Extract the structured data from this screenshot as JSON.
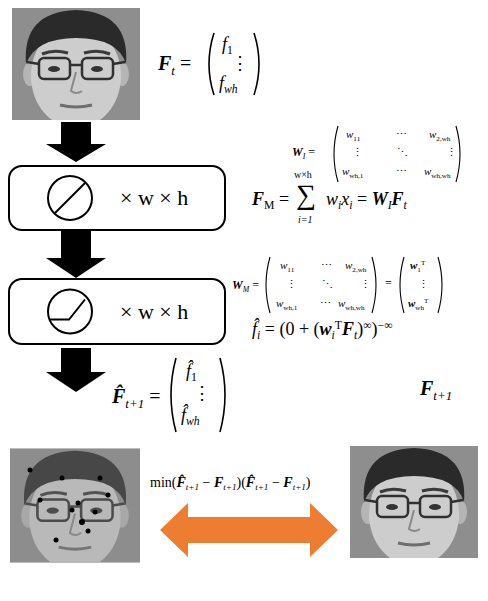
{
  "diagram": {
    "nodes": [
      {
        "text": [
          "× w × h"
        ]
      },
      {
        "text": [
          "× w × h"
        ]
      }
    ],
    "edges": [
      {
        "from": 0,
        "to": 1,
        "arrow": "to"
      }
    ],
    "labels": [
      "F",
      "t",
      "=",
      "f",
      "1",
      "⋮",
      "f",
      "wh",
      "W",
      "I",
      "=",
      "w",
      "11",
      "⋯",
      "w",
      "2,wh",
      "⋮",
      "⋱",
      "⋮",
      "w",
      "wh,1",
      "⋯",
      "w",
      "wh,wh",
      "F",
      "M",
      "=",
      "∑",
      "w×h",
      "i=1",
      "w",
      "i",
      "x",
      "i",
      "=",
      "W",
      "I",
      "F",
      "t",
      "W",
      "M",
      "=",
      "w",
      "11",
      "⋯",
      "w",
      "2,wh",
      "⋮",
      "⋱",
      "⋮",
      "w",
      "wh,1",
      "⋯",
      "w",
      "wh,wh",
      "=",
      "w",
      "1",
      "T",
      "⋮",
      "w",
      "wh",
      "T",
      "f̂",
      "i",
      "=",
      "(0 + (",
      "w",
      "i",
      "T",
      "F",
      "t",
      ")",
      "∞",
      ")",
      "−∞",
      "F̂",
      "t+1",
      "=",
      "f̂",
      "1",
      "⋮",
      "f̂",
      "wh",
      "F",
      "t+1",
      "min(",
      "F̂",
      "t+1",
      "−",
      "F",
      "t+1",
      ")(",
      "F̂",
      "t+1",
      "−",
      "F",
      "t+1",
      ")"
    ]
  }
}
